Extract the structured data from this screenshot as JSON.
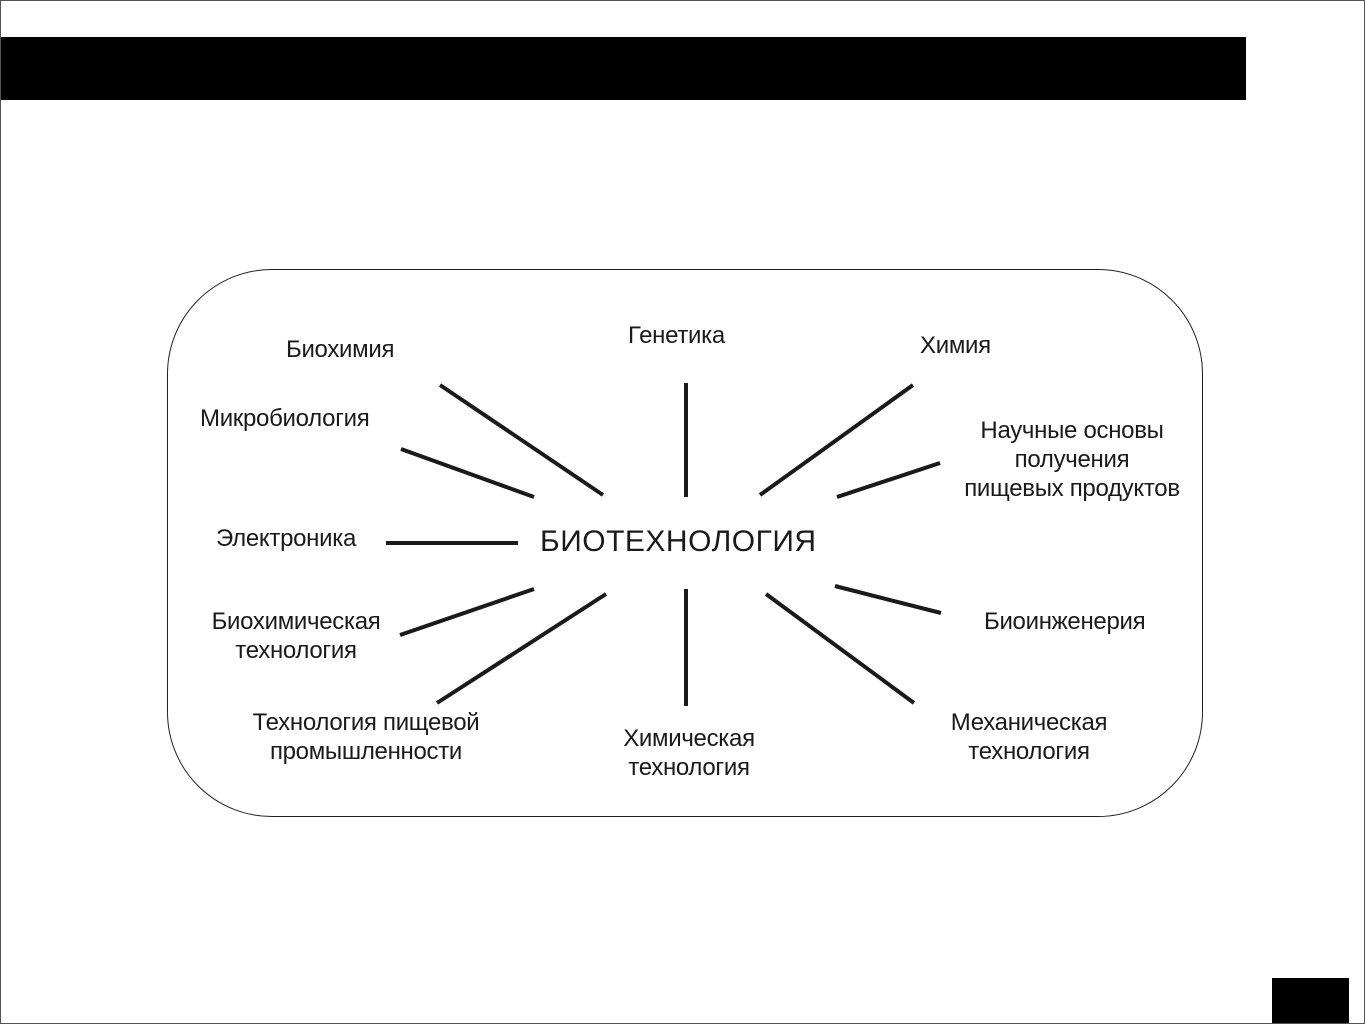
{
  "diagram": {
    "center": "БИОТЕХНОЛОГИЯ",
    "nodes": {
      "biochemistry": [
        "Биохимия"
      ],
      "genetics": [
        "Генетика"
      ],
      "chemistry": [
        "Химия"
      ],
      "microbiology": [
        "Микробиология"
      ],
      "food_science": [
        "Научные основы",
        "получения",
        "пищевых продуктов"
      ],
      "electronics": [
        "Электроника"
      ],
      "bioengineering": [
        "Биоинженерия"
      ],
      "biochemical_technology": [
        "Биохимическая",
        "технология"
      ],
      "food_industry_technology": [
        "Технология пищевой",
        "промышленности"
      ],
      "chemical_technology": [
        "Химическая",
        "технология"
      ],
      "mechanical_technology": [
        "Механическая",
        "технология"
      ]
    }
  },
  "colors": {
    "title_bar": "#000000",
    "ink": "#1a1a1a",
    "background": "#ffffff"
  }
}
